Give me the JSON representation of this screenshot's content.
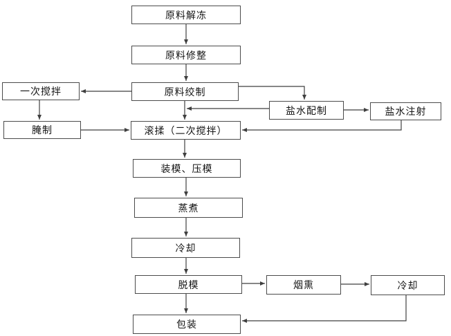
{
  "diagram": {
    "type": "flowchart",
    "nodes": [
      {
        "id": "thawing",
        "label": "原料解冻"
      },
      {
        "id": "trimming",
        "label": "原料修整"
      },
      {
        "id": "grinding",
        "label": "原料绞制"
      },
      {
        "id": "first-mixing",
        "label": "一次搅拌"
      },
      {
        "id": "curing",
        "label": "腌制"
      },
      {
        "id": "tumbling",
        "label": "滚揉（二次搅拌）"
      },
      {
        "id": "brine-preparation",
        "label": "盐水配制"
      },
      {
        "id": "brine-injection",
        "label": "盐水注射"
      },
      {
        "id": "molding-pressing",
        "label": "装模、压模"
      },
      {
        "id": "cooking",
        "label": "蒸煮"
      },
      {
        "id": "cooling-1",
        "label": "冷却"
      },
      {
        "id": "demolding",
        "label": "脱模"
      },
      {
        "id": "packaging",
        "label": "包装"
      },
      {
        "id": "smoking",
        "label": "烟熏"
      },
      {
        "id": "cooling-2",
        "label": "冷却"
      }
    ],
    "edges": [
      {
        "from": "thawing",
        "to": "trimming"
      },
      {
        "from": "trimming",
        "to": "grinding"
      },
      {
        "from": "grinding",
        "to": "first-mixing"
      },
      {
        "from": "first-mixing",
        "to": "curing"
      },
      {
        "from": "curing",
        "to": "tumbling"
      },
      {
        "from": "grinding",
        "to": "tumbling"
      },
      {
        "from": "grinding",
        "to": "brine-preparation"
      },
      {
        "from": "brine-preparation",
        "to": "tumbling"
      },
      {
        "from": "brine-preparation",
        "to": "brine-injection"
      },
      {
        "from": "brine-injection",
        "to": "tumbling"
      },
      {
        "from": "tumbling",
        "to": "molding-pressing"
      },
      {
        "from": "molding-pressing",
        "to": "cooking"
      },
      {
        "from": "cooking",
        "to": "cooling-1"
      },
      {
        "from": "cooling-1",
        "to": "demolding"
      },
      {
        "from": "demolding",
        "to": "packaging"
      },
      {
        "from": "demolding",
        "to": "smoking"
      },
      {
        "from": "smoking",
        "to": "cooling-2"
      },
      {
        "from": "cooling-2",
        "to": "packaging"
      }
    ],
    "colors": {
      "background": "#ffffff",
      "box_border": "#4a4a4a",
      "line": "#3f3f3f",
      "text": "#151515"
    }
  }
}
